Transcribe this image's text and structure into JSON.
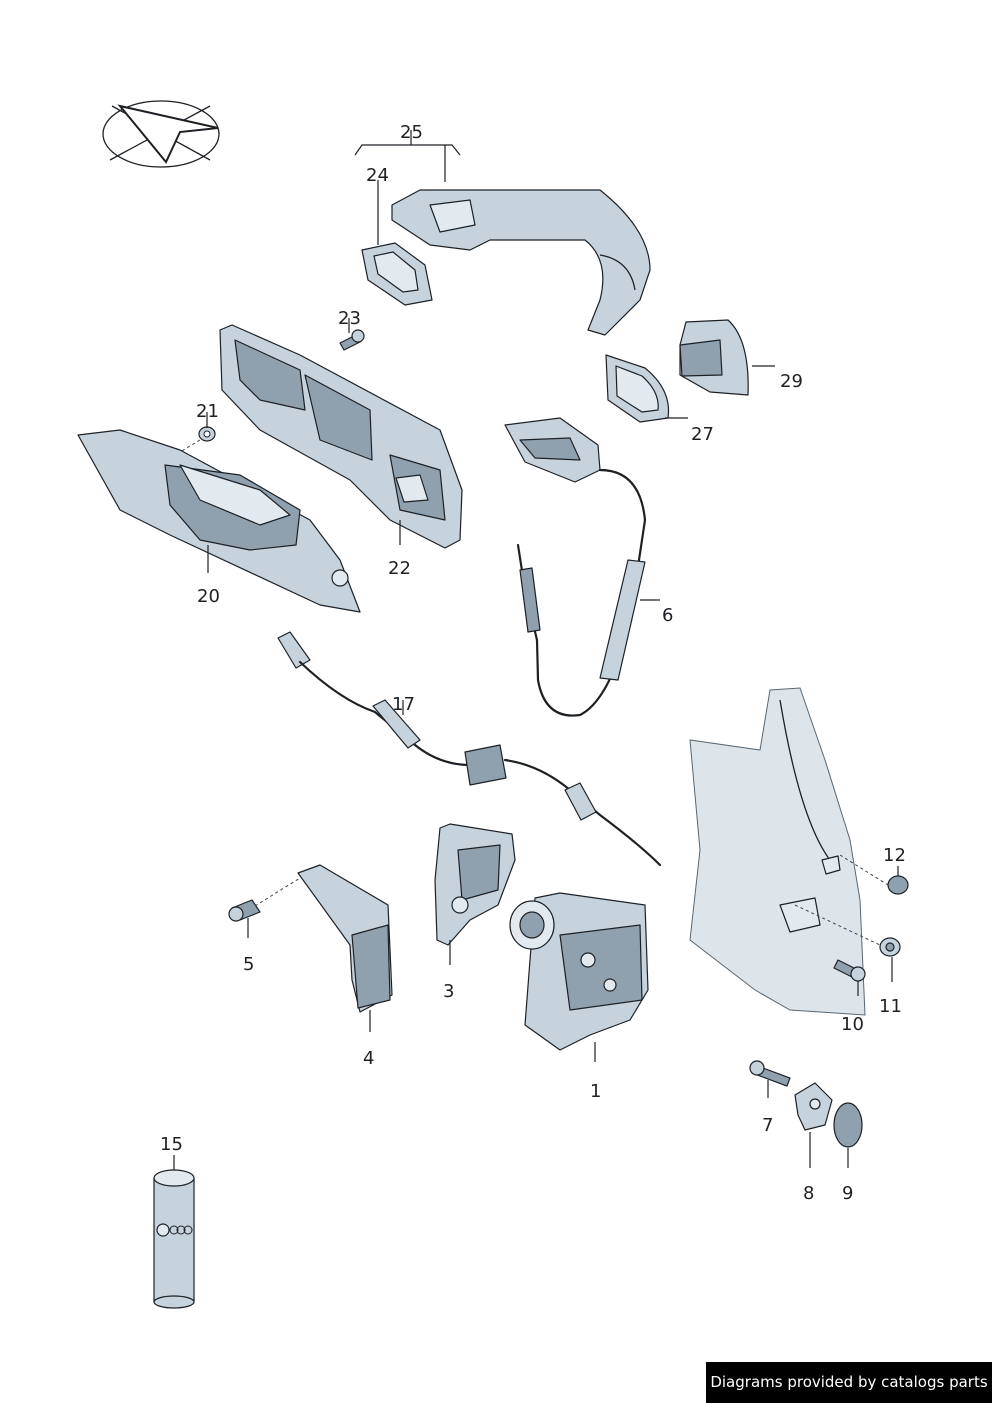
{
  "callouts": {
    "c1": "1",
    "c3": "3",
    "c4": "4",
    "c5": "5",
    "c6": "6",
    "c7": "7",
    "c8": "8",
    "c9": "9",
    "c10": "10",
    "c11": "11",
    "c12": "12",
    "c15": "15",
    "c17": "17",
    "c20": "20",
    "c21": "21",
    "c22": "22",
    "c23": "23",
    "c24": "24",
    "c25": "25",
    "c27": "27",
    "c29": "29"
  },
  "watermark": "Diagrams provided by catalogs parts",
  "colors": {
    "part": "#c7d3dc",
    "part_dark": "#8fa1ae",
    "outline": "#1d2126",
    "watermark_bg": "#000000"
  }
}
